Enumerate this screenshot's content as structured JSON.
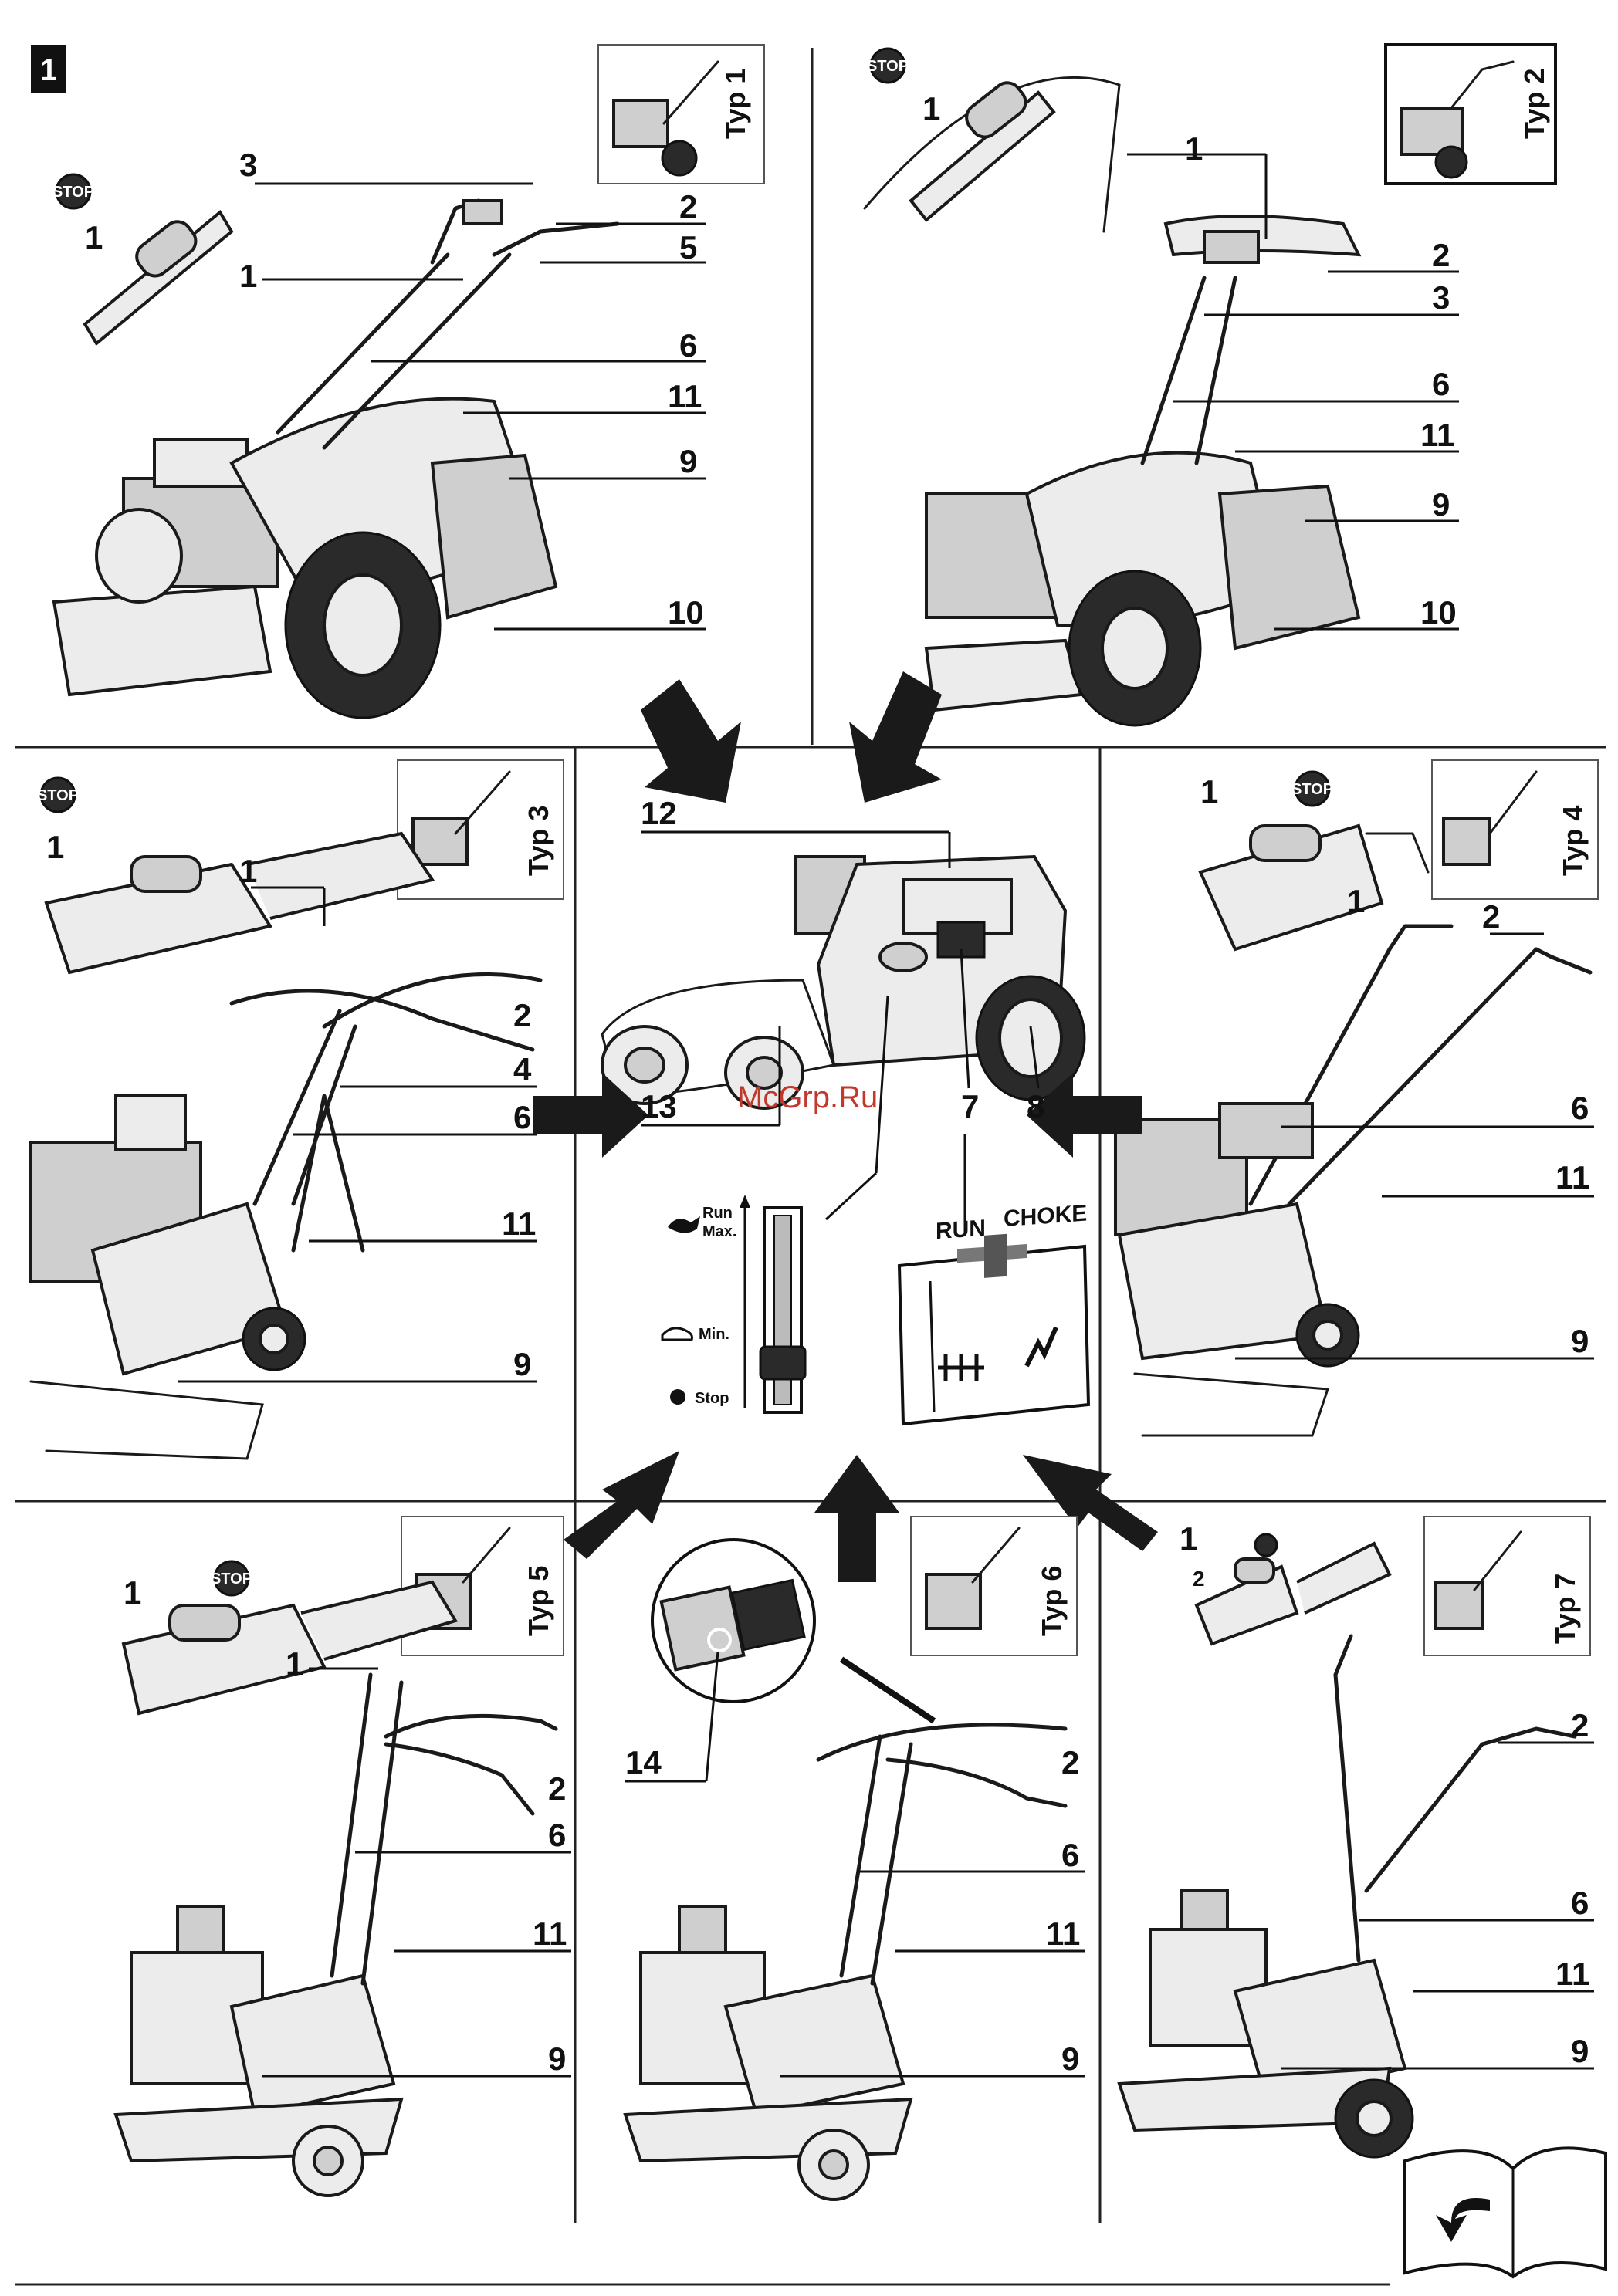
{
  "figure_number": "1",
  "watermark": "McGrp.Ru",
  "panels": {
    "typ1": {
      "type_label": "Typ 1",
      "labels": [
        "3",
        "2",
        "5",
        "1",
        "1",
        "6",
        "11",
        "9",
        "10"
      ]
    },
    "typ2": {
      "type_label": "Typ 2",
      "labels": [
        "1",
        "1",
        "2",
        "3",
        "6",
        "11",
        "9",
        "10"
      ]
    },
    "typ3": {
      "type_label": "Typ 3",
      "labels": [
        "1",
        "1",
        "2",
        "4",
        "6",
        "11",
        "9"
      ]
    },
    "typ4": {
      "type_label": "Typ 4",
      "labels": [
        "1",
        "1",
        "2",
        "6",
        "11",
        "9"
      ]
    },
    "typ5": {
      "type_label": "Typ 5",
      "labels": [
        "1",
        "1",
        "2",
        "6",
        "11",
        "9"
      ]
    },
    "typ6": {
      "type_label": "Typ 6",
      "labels": [
        "14",
        "2",
        "6",
        "11",
        "9"
      ]
    },
    "typ7": {
      "type_label": "Typ 7",
      "labels": [
        "1",
        "2",
        "2",
        "6",
        "11",
        "9"
      ]
    }
  },
  "center": {
    "labels": [
      "12",
      "13",
      "7",
      "8"
    ],
    "throttle": {
      "run": "Run",
      "max": "Max.",
      "min": "Min.",
      "stop": "Stop"
    },
    "choke_plate": {
      "run": "RUN",
      "choke": "CHOKE"
    }
  },
  "stop_badge": "STOP"
}
